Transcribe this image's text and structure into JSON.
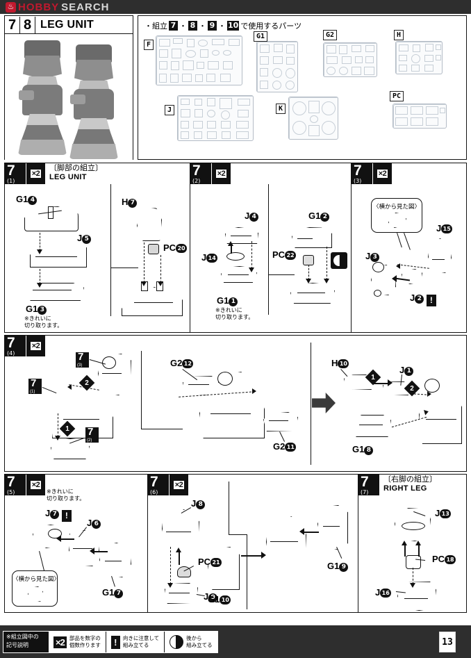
{
  "watermark": {
    "brand_1": "HOBBY",
    "brand_2": "SEARCH",
    "flame": "flame-icon"
  },
  "header": {
    "step_a": "7",
    "step_b": "8",
    "title": "LEG UNIT",
    "photo_alt": "completed-leg-units-photo"
  },
  "runners": {
    "heading_pre": "・組立",
    "steps": [
      "7",
      "8",
      "9",
      "10"
    ],
    "heading_post": "で使用するパーツ",
    "items": [
      {
        "tag": "F"
      },
      {
        "tag": "G1"
      },
      {
        "tag": "G2"
      },
      {
        "tag": "H"
      },
      {
        "tag": "J"
      },
      {
        "tag": "K"
      },
      {
        "tag": "PC"
      }
    ]
  },
  "steps": [
    {
      "number": "7",
      "sub": "(1)",
      "multiplier": "×2",
      "title_jp": "〔脚部の組立〕",
      "title_en": "LEG UNIT",
      "parts": [
        "G14",
        "J5",
        "G13",
        "H7",
        "PC20"
      ],
      "notes": [
        "※きれいに\n  切り取ります。"
      ]
    },
    {
      "number": "7",
      "sub": "(2)",
      "multiplier": "×2",
      "title_jp": "",
      "title_en": "",
      "parts": [
        "J4",
        "J14",
        "G11",
        "PC22",
        "G12"
      ],
      "notes": [
        "※きれいに\n  切り取ります。"
      ]
    },
    {
      "number": "7",
      "sub": "(3)",
      "multiplier": "×2",
      "title_jp": "",
      "title_en": "",
      "parts": [
        "J3",
        "J2",
        "J15"
      ],
      "callout": "〈横から見た図〉",
      "notes": []
    },
    {
      "number": "7",
      "sub": "(4)",
      "multiplier": "×2",
      "title_jp": "",
      "title_en": "",
      "parts": [
        "G212",
        "G211",
        "H10",
        "J1",
        "G18"
      ],
      "refs": [
        "7(1)",
        "7(2)",
        "7(3)"
      ],
      "orders": [
        "1",
        "2"
      ],
      "notes": []
    },
    {
      "number": "7",
      "sub": "(5)",
      "multiplier": "×2",
      "title_jp": "",
      "title_en": "",
      "parts": [
        "J7",
        "J6",
        "G17"
      ],
      "callout": "〈横から見た図〉",
      "notes": [
        "※きれいに\n  切り取ります。"
      ]
    },
    {
      "number": "7",
      "sub": "(6)",
      "multiplier": "×2",
      "title_jp": "",
      "title_en": "",
      "parts": [
        "J8",
        "PC21",
        "J9",
        "G110",
        "G19"
      ],
      "notes": []
    },
    {
      "number": "7",
      "sub": "(7)",
      "multiplier": "",
      "title_jp": "〔右脚の組立〕",
      "title_en": "RIGHT LEG",
      "parts": [
        "J13",
        "PC18",
        "J16"
      ],
      "notes": []
    }
  ],
  "labels": {
    "G14_l": "G1",
    "G14_n": "4",
    "J5_l": "J",
    "J5_n": "5",
    "G13_l": "G1",
    "G13_n": "3",
    "H7_l": "H",
    "H7_n": "7",
    "PC20_l": "PC",
    "PC20_n": "20",
    "J4_l": "J",
    "J4_n": "4",
    "J14_l": "J",
    "J14_n": "14",
    "G11_l": "G1",
    "G11_n": "1",
    "PC22_l": "PC",
    "PC22_n": "22",
    "G12_l": "G1",
    "G12_n": "2",
    "J3_l": "J",
    "J3_n": "3",
    "J2_l": "J",
    "J2_n": "2",
    "J15_l": "J",
    "J15_n": "15",
    "G212_l": "G2",
    "G212_n": "12",
    "G211_l": "G2",
    "G211_n": "11",
    "H10_l": "H",
    "H10_n": "10",
    "J1_l": "J",
    "J1_n": "1",
    "G18_l": "G1",
    "G18_n": "8",
    "J7_l": "J",
    "J7_n": "7",
    "J6_l": "J",
    "J6_n": "6",
    "G17_l": "G1",
    "G17_n": "7",
    "J8_l": "J",
    "J8_n": "8",
    "PC21_l": "PC",
    "PC21_n": "21",
    "J9_l": "J",
    "J9_n": "9",
    "G110_l": "G1",
    "G110_n": "10",
    "G19_l": "G1",
    "G19_n": "9",
    "J13_l": "J",
    "J13_n": "13",
    "PC18_l": "PC",
    "PC18_n": "18",
    "J16_l": "J",
    "J16_n": "16"
  },
  "cut_note": "※きれいに\n切り取ります。",
  "side_view": "〈横から見た図〉",
  "footer": {
    "legend_title": "※組立図中の\n記号説明",
    "items": [
      {
        "symbol": "×2",
        "text": "部品を数字の\n個数作ります"
      },
      {
        "symbol": "!",
        "text": "向きに注意して\n組み立てる"
      },
      {
        "symbol": "half-circle-icon",
        "text": "後から\n組み立てる"
      }
    ],
    "page_number": "13"
  }
}
